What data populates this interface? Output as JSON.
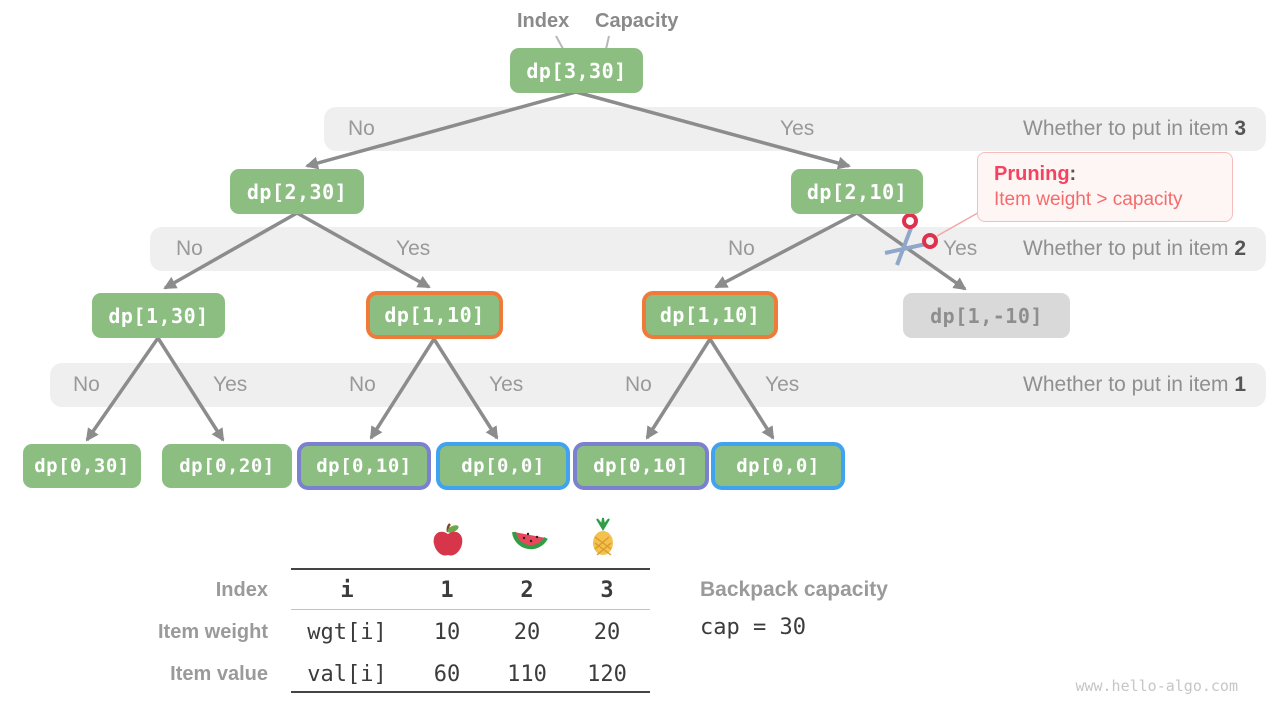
{
  "pointer_labels": {
    "index": "Index",
    "capacity": "Capacity"
  },
  "tree": {
    "nodes": {
      "root": "dp[3,30]",
      "l2_no": "dp[2,30]",
      "l2_yes": "dp[2,10]",
      "l1_a": "dp[1,30]",
      "l1_b": "dp[1,10]",
      "l1_c": "dp[1,10]",
      "l1_pruned": "dp[1,-10]",
      "l0_a": "dp[0,30]",
      "l0_b": "dp[0,20]",
      "l0_c": "dp[0,10]",
      "l0_d": "dp[0,0]",
      "l0_e": "dp[0,10]",
      "l0_f": "dp[0,0]"
    },
    "bands": [
      {
        "question": "Whether to put in item",
        "item": "3",
        "choices": [
          "No",
          "Yes"
        ]
      },
      {
        "question": "Whether to put in item",
        "item": "2",
        "choices": [
          "No",
          "Yes",
          "No",
          "Yes"
        ]
      },
      {
        "question": "Whether to put in item",
        "item": "1",
        "choices": [
          "No",
          "Yes",
          "No",
          "Yes",
          "No",
          "Yes"
        ]
      }
    ]
  },
  "pruning": {
    "title": "Pruning",
    "colon": ":",
    "description": "Item weight > capacity"
  },
  "icons": [
    "scissors-icon",
    "apple-icon",
    "watermelon-icon",
    "pineapple-icon"
  ],
  "items_table": {
    "row_labels": [
      "Index",
      "Item weight",
      "Item value"
    ],
    "header_cells": [
      "i",
      "1",
      "2",
      "3"
    ],
    "weight_cells": [
      "wgt[i]",
      "10",
      "20",
      "20"
    ],
    "value_cells": [
      "val[i]",
      "60",
      "110",
      "120"
    ]
  },
  "capacity_info": {
    "label": "Backpack capacity",
    "value": "cap = 30"
  },
  "watermark": "www.hello-algo.com",
  "colors": {
    "node_green": "#8cbe82",
    "node_gray": "#d9d9d9",
    "outline_orange": "#ef7b3a",
    "outline_purple": "#7b80cf",
    "outline_blue": "#41a3ef",
    "edge_gray": "#8c8c8c",
    "band_bg": "#efefef",
    "pruning_red": "#f4435f"
  }
}
